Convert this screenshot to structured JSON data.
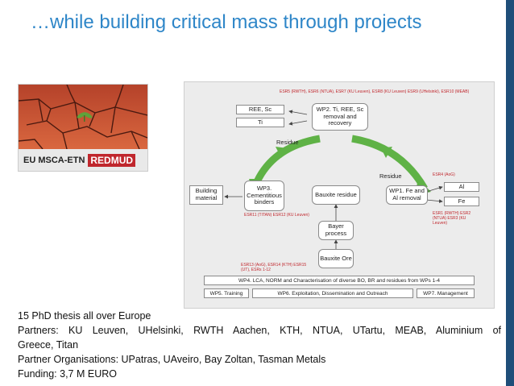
{
  "slide": {
    "title": "…while building critical mass through projects"
  },
  "logo": {
    "eu_text": "EU MSCA-ETN",
    "brand_text": "REDMUD"
  },
  "diagram": {
    "wp2_box": "WP2. Ti, REE, Sc removal and recovery",
    "wp2_esr": "ESR5 (RWTH), ESR6 (NTUA), ESR7 (KU Leuven), ESR8 (KU Leuven) ESR9 (UHelsinki), ESR10 (MEAB)",
    "ree_sc": "REE, Sc",
    "ti": "Ti",
    "residue_top": "Residue",
    "residue_right": "Residue",
    "wp3_box": "WP3. Cementitious binders",
    "wp3_esr": "ESR11 (TITAN) ESR12 (KU Leuven)",
    "building_material": "Building material",
    "bauxite_residue": "Bauxite residue",
    "wp1_box": "WP1. Fe and Al removal",
    "wp1_esr_top": "ESR4 (AoG)",
    "wp1_esr_bottom": "ESR1 (RWTH) ESR2 (NTUA) ESR3 (KU Leuven)",
    "al": "Al",
    "fe": "Fe",
    "bayer_process": "Bayer process",
    "bauxite_ore": "Bauxite Ore",
    "bottom_esr": "ESR13 (AoG), ESR14 (KTH) ESR15 (UT), ESRs 1-12",
    "wp4": "WP4. LCA, NORM and Characterisation of diverse BO, BR and residues from WPs 1-4",
    "wp5": "WP5. Training",
    "wp6": "WP6. Exploitation, Dissemination and Outreach",
    "wp7": "WP7. Management",
    "colors": {
      "green": "#5fb246",
      "red_text": "#c0272d",
      "box_border": "#8a8a8a"
    }
  },
  "info": {
    "line1": "15 PhD thesis all over Europe",
    "line2": "Partners: KU Leuven, UHelsinki, RWTH Aachen, KTH, NTUA, UTartu, MEAB, Aluminium of",
    "line3": "Greece, Titan",
    "line4": "Partner Organisations: UPatras, UAveiro, Bay Zoltan, Tasman Metals",
    "line5": "Funding: 3,7 M EURO"
  }
}
